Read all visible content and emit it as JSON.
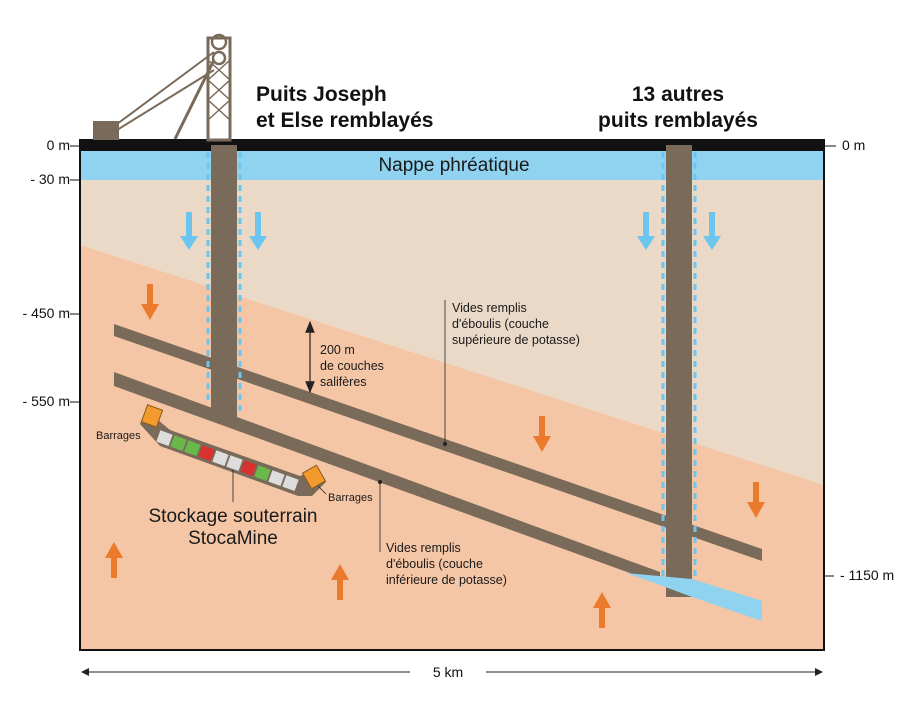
{
  "titles": {
    "left_line1": "Puits Joseph",
    "left_line2": "et Else remblayés",
    "right_line1": "13 autres",
    "right_line2": "puits remblayés"
  },
  "depths": {
    "left": [
      "0 m",
      "- 30 m",
      "- 450 m",
      "- 550 m"
    ],
    "right": [
      "0 m",
      "- 1150 m"
    ]
  },
  "labels": {
    "aquifer": "Nappe phréatique",
    "salt_layers": [
      "200 m",
      "de couches",
      "salifères"
    ],
    "upper_voids": [
      "Vides remplis",
      "d'éboulis (couche",
      "supérieure de potasse)"
    ],
    "lower_voids": [
      "Vides remplis",
      "d'éboulis (couche",
      "inférieure de potasse)"
    ],
    "dams_left": "Barrages",
    "dams_right": "Barrages",
    "storage": [
      "Stockage souterrain",
      "StocaMine"
    ],
    "width": "5 km"
  },
  "colors": {
    "aquifer": "#8fd3f0",
    "upper_ground": "#ead9c6",
    "salt_layer": "#f5c6a5",
    "shaft": "#7a6a5a",
    "water_arrow": "#6cc5ee",
    "pressure_arrow": "#ec7a2c",
    "dam": "#f29a2e",
    "waste_grey": "#dddddd",
    "waste_green": "#69b94a",
    "waste_red": "#d9322e"
  },
  "icons": [
    "headframe-icon",
    "water-arrow-icon",
    "pressure-arrow-icon"
  ]
}
